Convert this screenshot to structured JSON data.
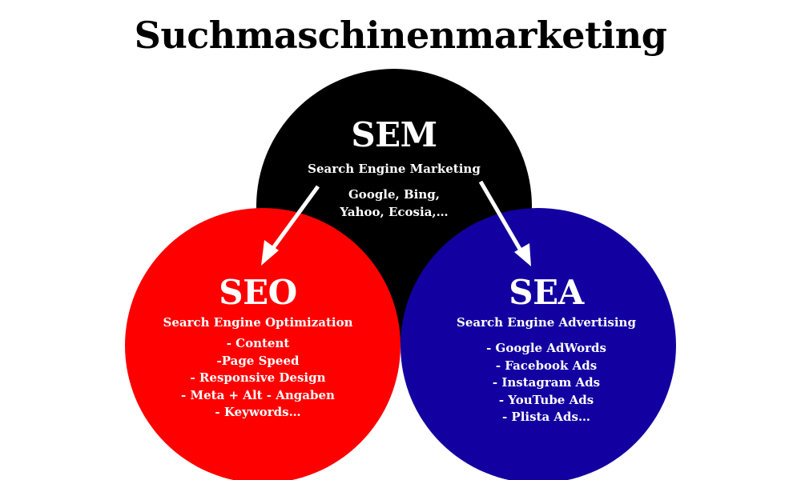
{
  "title": "Suchmaschinenmarketing",
  "colors": {
    "sem": "#000000",
    "seo": "#ff0000",
    "sea": "#1300a0",
    "arrow": "#ffffff",
    "text": "#ffffff"
  },
  "sem": {
    "abbr": "SEM",
    "full": "Search Engine Marketing",
    "examples": [
      "Google, Bing,",
      "Yahoo, Ecosia,…"
    ]
  },
  "seo": {
    "abbr": "SEO",
    "full": "Search Engine Optimization",
    "items": [
      "- Content",
      "-Page Speed",
      "- Responsive Design",
      "- Meta + Alt - Angaben",
      "- Keywords…"
    ]
  },
  "sea": {
    "abbr": "SEA",
    "full": "Search Engine Advertising",
    "items": [
      "- Google AdWords",
      "- Facebook Ads",
      "- Instagram Ads",
      "- YouTube Ads",
      "- Plista Ads…"
    ]
  }
}
